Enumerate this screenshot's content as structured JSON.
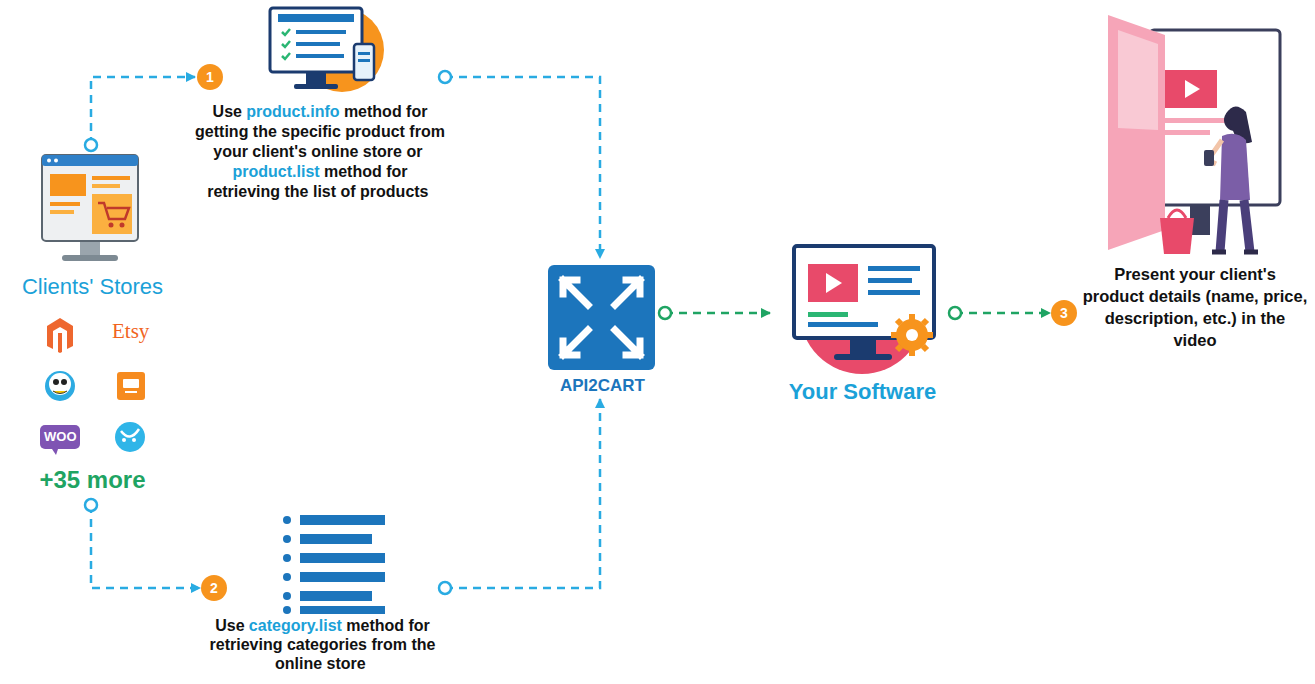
{
  "diagram": {
    "nodes": [
      {
        "text": [
          "Clients' Stores",
          "+35 more"
        ]
      },
      {
        "text": [
          "Use",
          "product.info",
          "method for getting the specific product from your client's online store or",
          "product.list",
          "method for retrieving the list of products"
        ]
      },
      {
        "text": [
          "Use",
          "category.list",
          "method for retrieving categories from the online store"
        ]
      },
      {
        "text": [
          "API2CART"
        ]
      },
      {
        "text": [
          "Your Software"
        ]
      },
      {
        "text": [
          "Present your client's product details (name, price, description, etc.) in the video"
        ]
      }
    ],
    "edges": [
      {
        "from": 0,
        "to": 1,
        "arrow": "to"
      },
      {
        "from": 1,
        "to": 3,
        "arrow": "to"
      },
      {
        "from": 0,
        "to": 2,
        "arrow": "to"
      },
      {
        "from": 2,
        "to": 3,
        "arrow": "to"
      },
      {
        "from": 3,
        "to": 4,
        "arrow": "to"
      },
      {
        "from": 4,
        "to": 5,
        "arrow": "to"
      }
    ],
    "labels": [
      "1",
      "Etsy",
      "WOO",
      "2",
      "3"
    ]
  }
}
